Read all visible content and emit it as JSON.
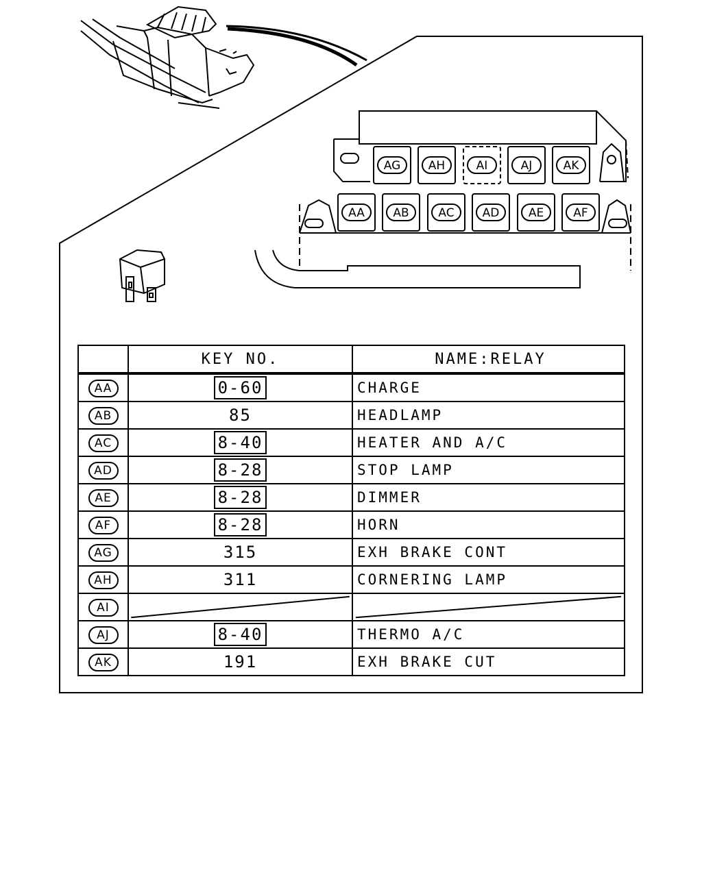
{
  "connector_labels": {
    "upper_row": [
      "AG",
      "AH",
      "AI",
      "AJ",
      "AK"
    ],
    "lower_row": [
      "AA",
      "AB",
      "AC",
      "AD",
      "AE",
      "AF"
    ]
  },
  "table": {
    "headers": [
      "",
      "KEY NO.",
      "NAME:RELAY"
    ],
    "rows": [
      {
        "code": "AA",
        "key": "0-60",
        "boxed": true,
        "name": "CHARGE"
      },
      {
        "code": "AB",
        "key": "85",
        "boxed": false,
        "name": "HEADLAMP"
      },
      {
        "code": "AC",
        "key": "8-40",
        "boxed": true,
        "name": "HEATER AND A/C"
      },
      {
        "code": "AD",
        "key": "8-28",
        "boxed": true,
        "name": "STOP LAMP"
      },
      {
        "code": "AE",
        "key": "8-28",
        "boxed": true,
        "name": "DIMMER"
      },
      {
        "code": "AF",
        "key": "8-28",
        "boxed": true,
        "name": "HORN"
      },
      {
        "code": "AG",
        "key": "315",
        "boxed": false,
        "name": "EXH BRAKE CONT"
      },
      {
        "code": "AH",
        "key": "311",
        "boxed": false,
        "name": "CORNERING LAMP"
      },
      {
        "code": "AI",
        "key": "",
        "boxed": false,
        "name": "",
        "empty": true
      },
      {
        "code": "AJ",
        "key": "8-40",
        "boxed": true,
        "name": "THERMO A/C"
      },
      {
        "code": "AK",
        "key": "191",
        "boxed": false,
        "name": "EXH BRAKE CUT"
      }
    ]
  }
}
